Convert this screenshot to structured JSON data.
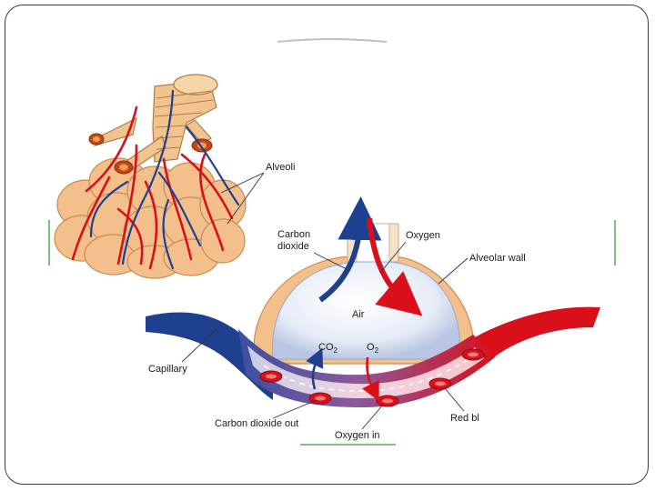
{
  "labels": {
    "alveoli": "Alveoli",
    "carbon_dioxide": [
      "Carbon",
      "dioxide"
    ],
    "oxygen": "Oxygen",
    "alveolar_wall": "Alveolar wall",
    "air": "Air",
    "co2": {
      "base": "CO",
      "sub": "2"
    },
    "o2": {
      "base": "O",
      "sub": "2"
    },
    "capillary": "Capillary",
    "carbon_dioxide_out": "Carbon dioxide out",
    "oxygen_in": "Oxygen in",
    "red_blood": "Red bl"
  },
  "colors": {
    "oxygenated": "#d9101a",
    "deoxygenated": "#1f3f8f",
    "alveolus_tissue": "#f3c08c",
    "alveolus_interior": "#e9eef8",
    "frame": "#3a3a3a"
  }
}
